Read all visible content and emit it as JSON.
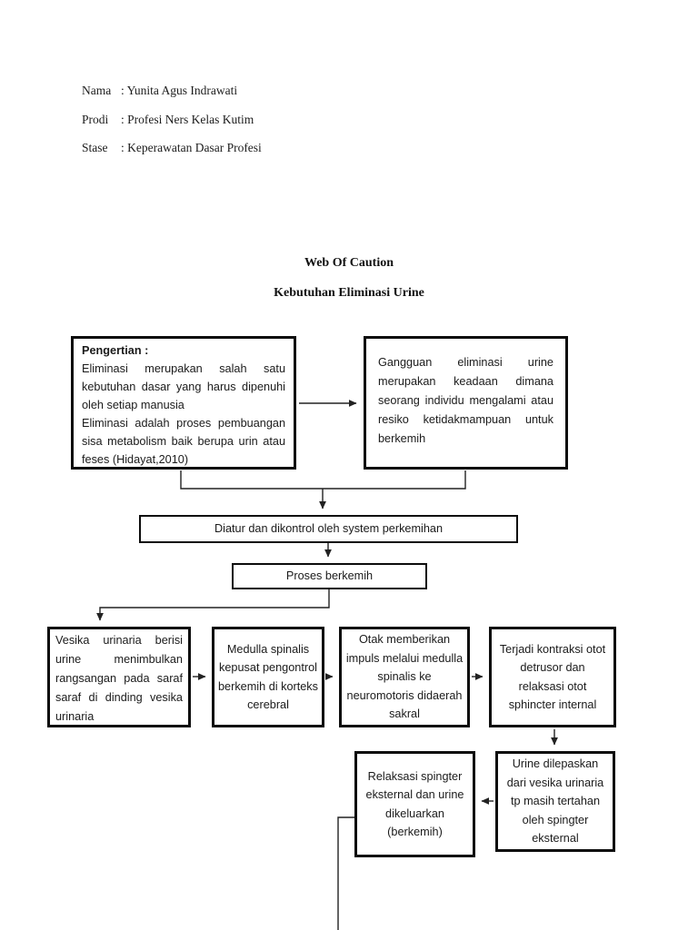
{
  "colors": {
    "page_background": "#ffffff",
    "ink": "#151515",
    "box_border": "#0c0c0c",
    "connector": "#222222"
  },
  "header": {
    "rows": [
      {
        "label": "Nama",
        "value": ": Yunita Agus Indrawati"
      },
      {
        "label": "Prodi",
        "value": ": Profesi Ners Kelas Kutim"
      },
      {
        "label": "Stase",
        "value": ": Keperawatan Dasar Profesi"
      }
    ]
  },
  "titles": {
    "main": "Web Of Caution",
    "subtitle": "Kebutuhan Eliminasi Urine"
  },
  "flowchart": {
    "pengertian": {
      "heading": "Pengertian :",
      "body1": "Eliminasi merupakan salah satu kebutuhan dasar yang harus dipenuhi oleh setiap manusia",
      "body2": "Eliminasi adalah proses pembuangan sisa metabolism baik berupa urin atau feses (Hidayat,2010)"
    },
    "gangguan": "Gangguan eliminasi urine merupakan keadaan dimana seorang individu mengalami atau resiko ketidakmampuan untuk berkemih",
    "diatur": "Diatur dan dikontrol oleh system perkemihan",
    "proses": "Proses berkemih",
    "vesika": "Vesika urinaria berisi urine menimbulkan rangsangan pada saraf saraf di dinding vesika urinaria",
    "medulla": "Medulla spinalis kepusat pengontrol berkemih di korteks cerebral",
    "otak": "Otak memberikan impuls melalui medulla spinalis ke neuromotoris didaerah sakral",
    "kontraksi": "Terjadi kontraksi otot detrusor dan relaksasi otot sphincter internal",
    "relaksasi": "Relaksasi spingter eksternal dan urine dikeluarkan (berkemih)",
    "urine_tertahan": "Urine dilepaskan dari vesika urinaria tp masih tertahan oleh spingter eksternal"
  }
}
